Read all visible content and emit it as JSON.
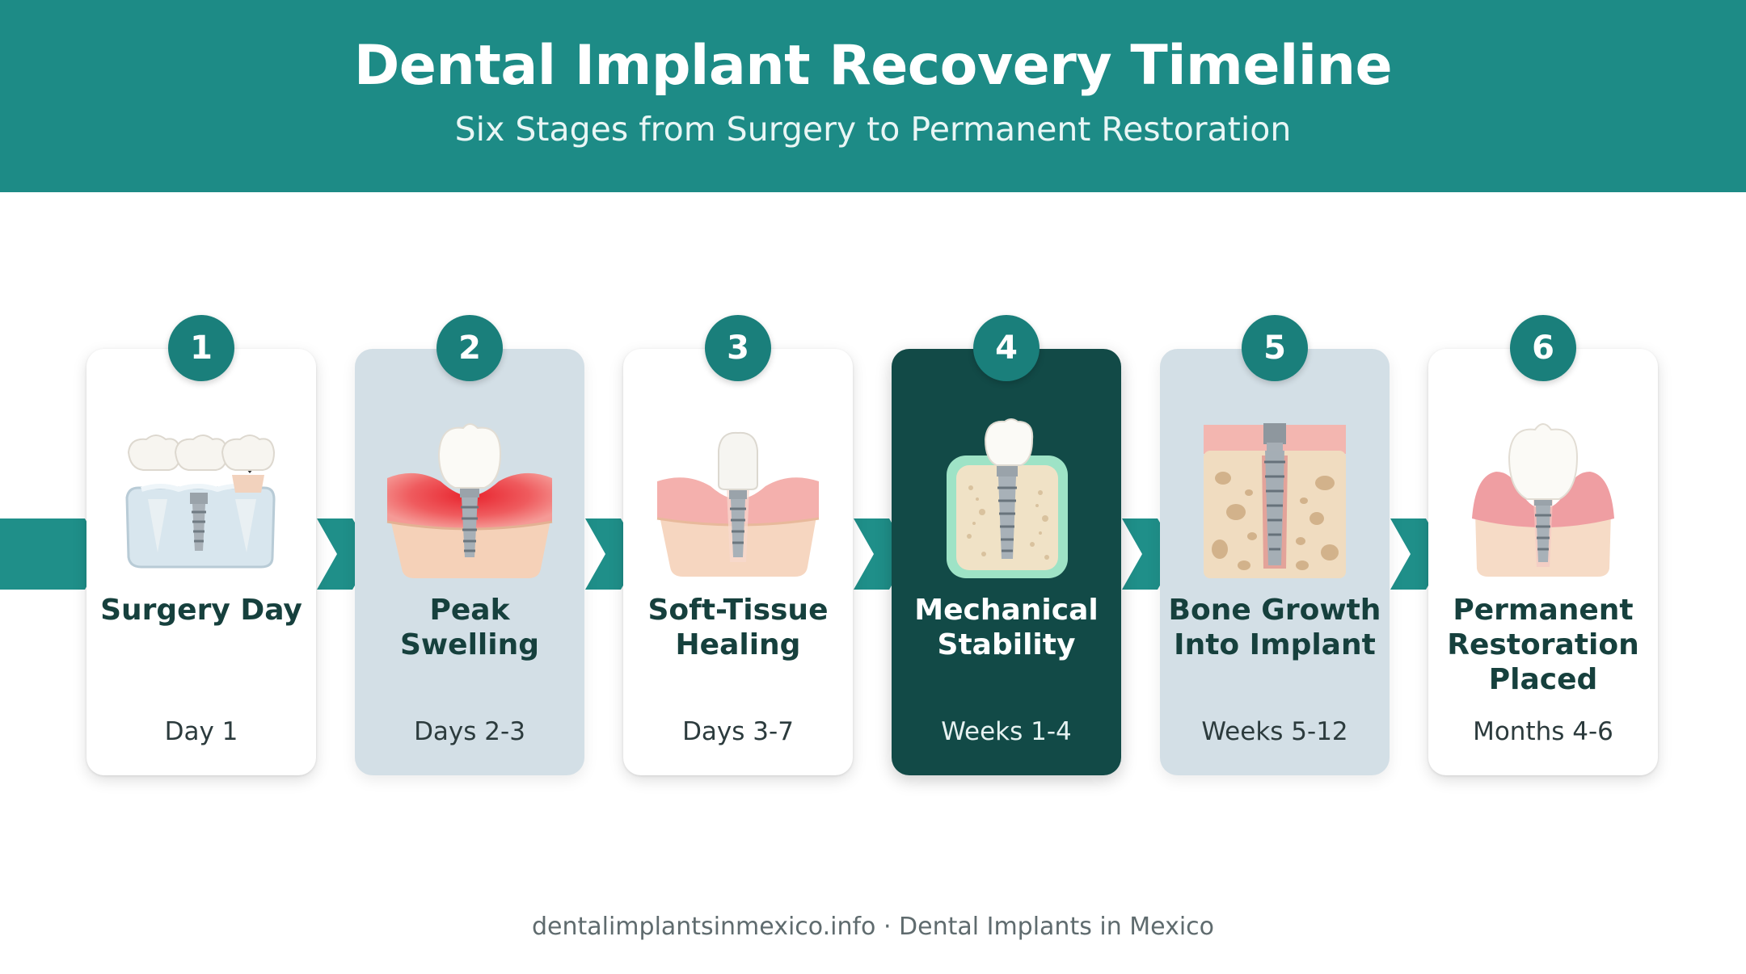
{
  "header": {
    "title": "Dental Implant Recovery Timeline",
    "subtitle": "Six Stages from Surgery to Permanent Restoration"
  },
  "stages": [
    {
      "number": "1",
      "title": "Surgery Day",
      "time": "Day 1",
      "icon": "implant-bridge-icon",
      "style": "white"
    },
    {
      "number": "2",
      "title": "Peak Swelling",
      "time": "Days 2-3",
      "icon": "inflamed-gum-implant-icon",
      "style": "alt"
    },
    {
      "number": "3",
      "title": "Soft-Tissue Healing",
      "time": "Days 3-7",
      "icon": "healing-gum-implant-icon",
      "style": "white"
    },
    {
      "number": "4",
      "title": "Mechanical Stability",
      "time": "Weeks 1-4",
      "icon": "bone-cross-section-implant-icon",
      "style": "dark"
    },
    {
      "number": "5",
      "title": "Bone Growth Into Implant",
      "time": "Weeks 5-12",
      "icon": "bone-integration-implant-icon",
      "style": "alt"
    },
    {
      "number": "6",
      "title": "Permanent Restoration Placed",
      "time": "Months 4-6",
      "icon": "final-crown-implant-icon",
      "style": "white"
    }
  ],
  "footer": "dentalimplantsinmexico.info · Dental Implants in Mexico",
  "colors": {
    "header": "#1d8b86",
    "band": "#1f8f89",
    "badge": "#1a7f7b",
    "card_alt": "#d3dfe6",
    "card_dark": "#124a47",
    "title_text": "#16403d"
  }
}
